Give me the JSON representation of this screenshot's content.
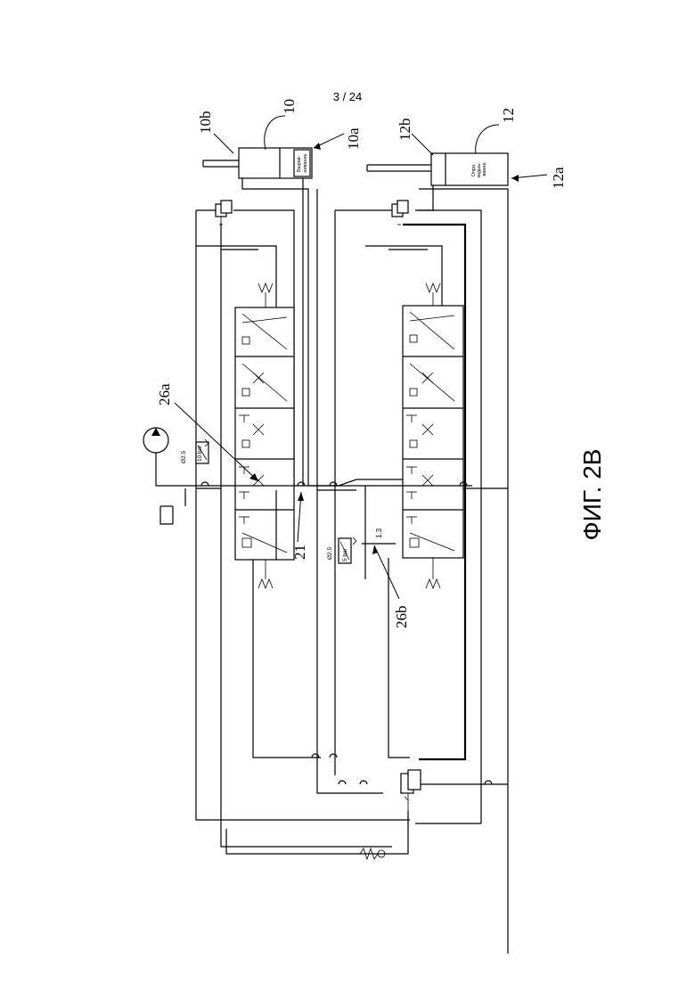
{
  "page_number": "3 / 24",
  "figure_caption": "ФИГ. 2B",
  "labels": {
    "l10": "10",
    "l10a": "10a",
    "l10b": "10b",
    "l12": "12",
    "l12a": "12a",
    "l12b": "12b",
    "l26a": "26a",
    "l26b": "26b",
    "l21": "21"
  },
  "cylinder_10_text": [
    "Вырав-",
    "нивание"
  ],
  "cylinder_12_text": [
    "Опро-",
    "кидыь-",
    "вание"
  ],
  "valve_a": {
    "size": "Ø2.5",
    "pressure": "10 bar"
  },
  "valve_b": {
    "size": "Ø2.5",
    "pressure": "5 bar",
    "ratio": "1.3"
  }
}
